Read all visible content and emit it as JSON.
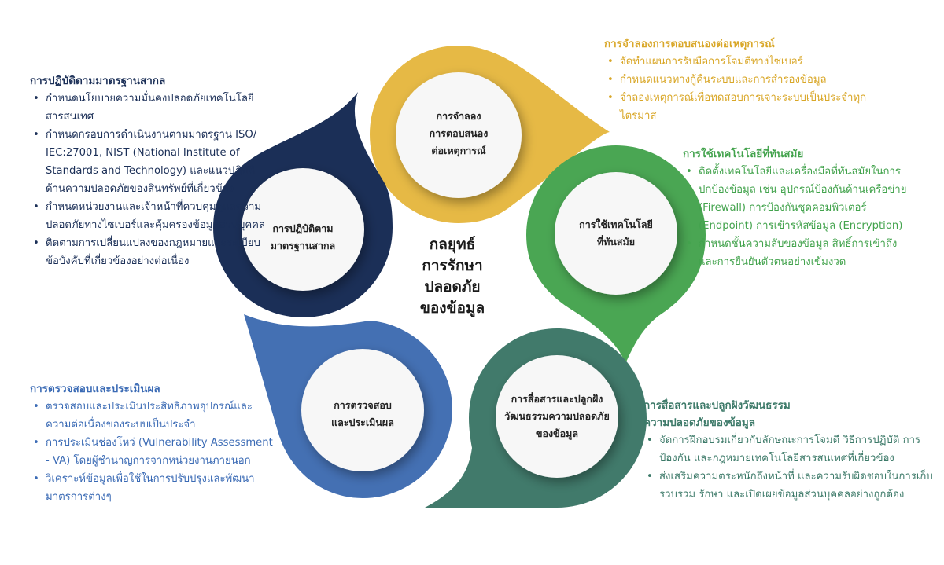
{
  "title": "กลยุทธ์การรักษาปลอดภัยของข้อมูล",
  "center": {
    "lines": [
      "กลยุทธ์",
      "การรักษา",
      "ปลอดภัย",
      "ของข้อมูล"
    ]
  },
  "colors": {
    "navy": "#1b2f57",
    "yellow": "#e6b945",
    "green": "#4aa653",
    "teal": "#417a6b",
    "blue": "#4470b3"
  },
  "petals": [
    {
      "id": "international-standards",
      "color": "navy",
      "circle_lines": [
        "การปฏิบัติตาม",
        "มาตรฐานสากล"
      ],
      "heading": "การปฏิบัติตามมาตรฐานสากล",
      "bullets": [
        "กำหนดนโยบายความมั่นคงปลอดภัยเทคโนโลยีสารสนเทศ",
        "กำหนดกรอบการดำเนินงานตามมาตรฐาน ISO/ IEC:27001, NIST (National Institute of Standards and Technology) และแนวปฏิบัติด้านความปลอดภัยของสินทรัพย์ที่เกี่ยวข้อง",
        "กำหนดหน่วยงานและเจ้าหน้าที่ควบคุมดูแลความปลอดภัยทางไซเบอร์และคุ้มครองข้อมูลส่วนบุคคล",
        "ติดตามการเปลี่ยนแปลงของกฎหมายและระเบียบข้อบังคับที่เกี่ยวข้องอย่างต่อเนื่อง"
      ]
    },
    {
      "id": "incident-response-simulation",
      "color": "yellow",
      "circle_lines": [
        "การจำลอง",
        "การตอบสนอง",
        "ต่อเหตุการณ์"
      ],
      "heading": "การจำลองการตอบสนองต่อเหตุการณ์",
      "bullets": [
        "จัดทำแผนการรับมือการโจมตีทางไซเบอร์",
        "กำหนดแนวทางกู้คืนระบบและการสำรองข้อมูล",
        "จำลองเหตุการณ์เพื่อทดสอบการเจาะระบบเป็นประจำทุกไตรมาส"
      ]
    },
    {
      "id": "modern-technology",
      "color": "green",
      "circle_lines": [
        "การใช้เทคโนโลยี",
        "ที่ทันสมัย"
      ],
      "heading": "การใช้เทคโนโลยีที่ทันสมัย",
      "bullets": [
        "ติดตั้งเทคโนโลยีและเครื่องมือที่ทันสมัยในการปกป้องข้อมูล เช่น อุปกรณ์ป้องกันด้านเครือข่าย (Firewall) การป้องกันชุดคอมพิวเตอร์ (Endpoint) การเข้ารหัสข้อมูล (Encryption)",
        "กำหนดชั้นความลับของข้อมูล สิทธิ์การเข้าถึง และการยืนยันตัวตนอย่างเข้มงวด"
      ]
    },
    {
      "id": "communication-culture",
      "color": "teal",
      "circle_lines": [
        "การสื่อสารและปลูกฝัง",
        "วัฒนธรรมความปลอดภัย",
        "ของข้อมูล"
      ],
      "heading_lines": [
        "การสื่อสารและปลูกฝังวัฒนธรรม",
        "ความปลอดภัยของข้อมูล"
      ],
      "bullets": [
        "จัดการฝึกอบรมเกี่ยวกับลักษณะการโจมตี วิธีการปฏิบัติ การป้องกัน และกฎหมายเทคโนโลยีสารสนเทศที่เกี่ยวข้อง",
        "ส่งเสริมความตระหนักถึงหน้าที่ และความรับผิดชอบในการเก็บรวบรวม รักษา และเปิดเผยข้อมูลส่วนบุคคลอย่างถูกต้อง"
      ]
    },
    {
      "id": "audit-assessment",
      "color": "blue",
      "circle_lines": [
        "การตรวจสอบ",
        "และประเมินผล"
      ],
      "heading": "การตรวจสอบและประเมินผล",
      "bullets": [
        "ตรวจสอบและประเมินประสิทธิภาพอุปกรณ์และความต่อเนื่องของระบบเป็นประจำ",
        "การประเมินช่องโหว่ (Vulnerability Assessment - VA) โดยผู้ชำนาญการจากหน่วยงานภายนอก",
        "วิเคราะห์ข้อมูลเพื่อใช้ในการปรับปรุงและพัฒนามาตรการต่างๆ"
      ]
    }
  ]
}
